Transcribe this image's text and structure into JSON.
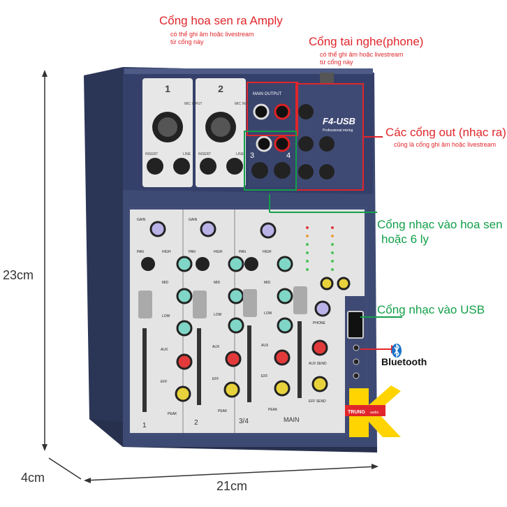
{
  "annotations": {
    "amply_title": "Cổng hoa sen ra Amply",
    "amply_sub1": "có thể ghi âm hoặc livestream",
    "amply_sub2": "từ cổng này",
    "phone_title": "Cổng tai nghe(phone)",
    "phone_sub1": "có thể ghi âm hoặc livestream",
    "phone_sub2": "từ cổng này",
    "out_title": "Các cổng out (nhạc ra)",
    "out_sub": "cũng là cổng ghi âm hoặc livestream",
    "music_in_line1": "Cổng nhạc vào hoa sen",
    "music_in_line2": "hoặc 6 ly",
    "usb_in": "Cổng nhạc vào USB",
    "bluetooth": "Bluetooth"
  },
  "dimensions": {
    "height": "23cm",
    "depth": "4cm",
    "width": "21cm"
  },
  "device": {
    "model": "F4-USB",
    "model_sub": "Professional mixing",
    "ch1": "1",
    "ch2": "2",
    "mic_input": "MIC INPUT",
    "insert": "INSERT",
    "line": "LINE",
    "main_output": "MAIN OUTPUT",
    "ch3": "3",
    "ch4": "4",
    "gain": "GAIN",
    "pan": "PAN",
    "high": "HIGH",
    "mid": "MID",
    "low": "LOW",
    "aux": "AUX",
    "eff": "EFF",
    "peak": "PEAK",
    "strip1": "1",
    "strip2": "2",
    "strip34": "3/4",
    "main": "MAIN",
    "phone": "PHONE",
    "aux_send": "AUX SEND",
    "eff_send": "EFF SEND"
  },
  "logo": {
    "brand": "TRUNG",
    "sub": "audio"
  },
  "colors": {
    "annotation_red": "#e0262b",
    "annotation_green": "#13a04a",
    "mixer_body": "#3d4a73",
    "knob_teal": "#7fd6c6",
    "knob_red": "#e23a3a",
    "knob_yellow": "#e8d23c",
    "knob_purple": "#b9b2e6",
    "logo_yellow": "#ffd400"
  }
}
